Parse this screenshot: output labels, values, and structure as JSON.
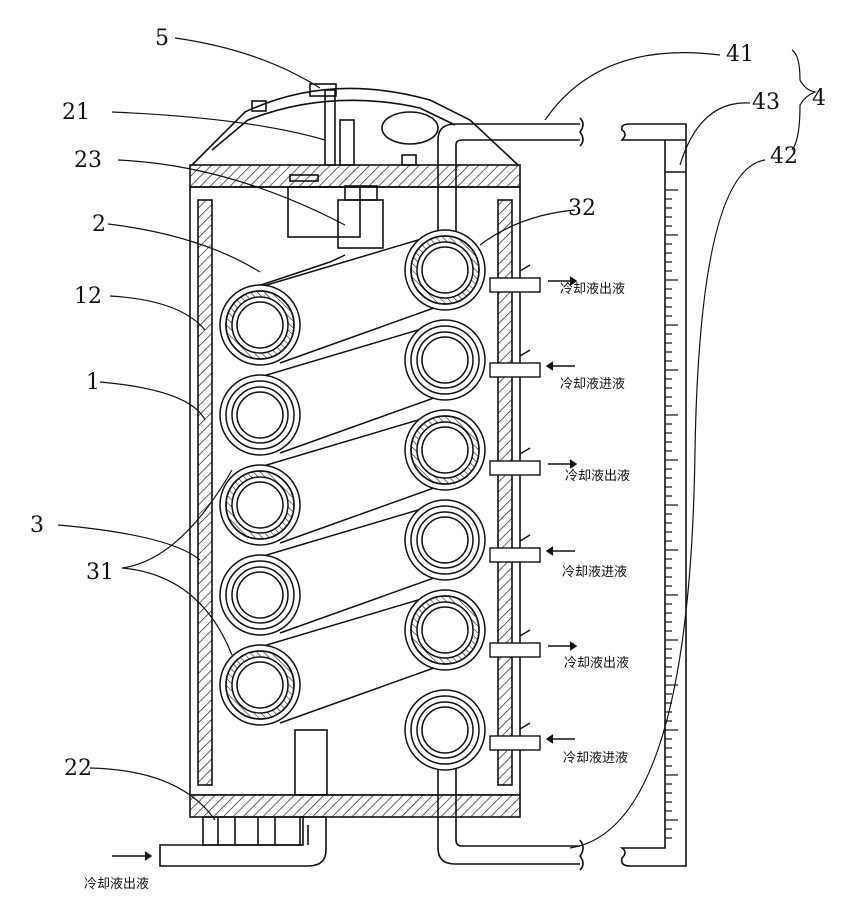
{
  "labels": {
    "l5": "5",
    "l21": "21",
    "l23": "23",
    "l2": "2",
    "l12": "12",
    "l1": "1",
    "l3": "3",
    "l31": "31",
    "l22": "22",
    "l41": "41",
    "l43": "43",
    "l4": "4",
    "l42": "42",
    "l32": "32"
  },
  "coolant": {
    "out1": "冷却液出液",
    "in1": "冷却液进液",
    "out2": "冷却液出液",
    "in2": "冷却液进液",
    "out3": "冷却液出液",
    "in3": "冷却液进液",
    "bottom_out": "冷却液出液"
  }
}
